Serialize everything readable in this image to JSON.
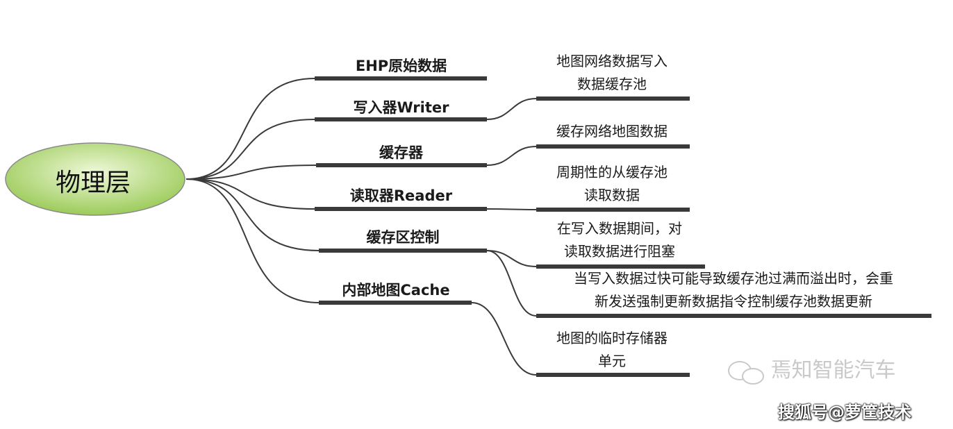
{
  "root": {
    "label": "物理层"
  },
  "branches": [
    {
      "label": "EHP原始数据"
    },
    {
      "label": "写入器Writer",
      "detail": [
        "地图网络数据写入",
        "数据缓存池"
      ]
    },
    {
      "label": "缓存器",
      "detail": [
        "缓存网络地图数据"
      ]
    },
    {
      "label": "读取器Reader",
      "detail": [
        "周期性的从缓存池",
        "读取数据"
      ]
    },
    {
      "label": "缓存区控制",
      "detail": [
        "在写入数据期间，对",
        "读取数据进行阻塞"
      ],
      "detail2": [
        "当写入数据过快可能导致缓存池过满而溢出时，会重",
        "新发送强制更新数据指令控制缓存池数据更新"
      ]
    },
    {
      "label": "内部地图Cache",
      "detail": [
        "地图的临时存储器",
        "单元"
      ]
    }
  ],
  "watermarks": {
    "wechat": "焉知智能汽车",
    "sohu": "搜狐号@萝筐技术"
  },
  "colors": {
    "line": "#3a3a3a",
    "ellipse_center": "#eef8d8",
    "ellipse_edge": "#9ccb5a",
    "ellipse_stroke": "#8a8a8a"
  }
}
